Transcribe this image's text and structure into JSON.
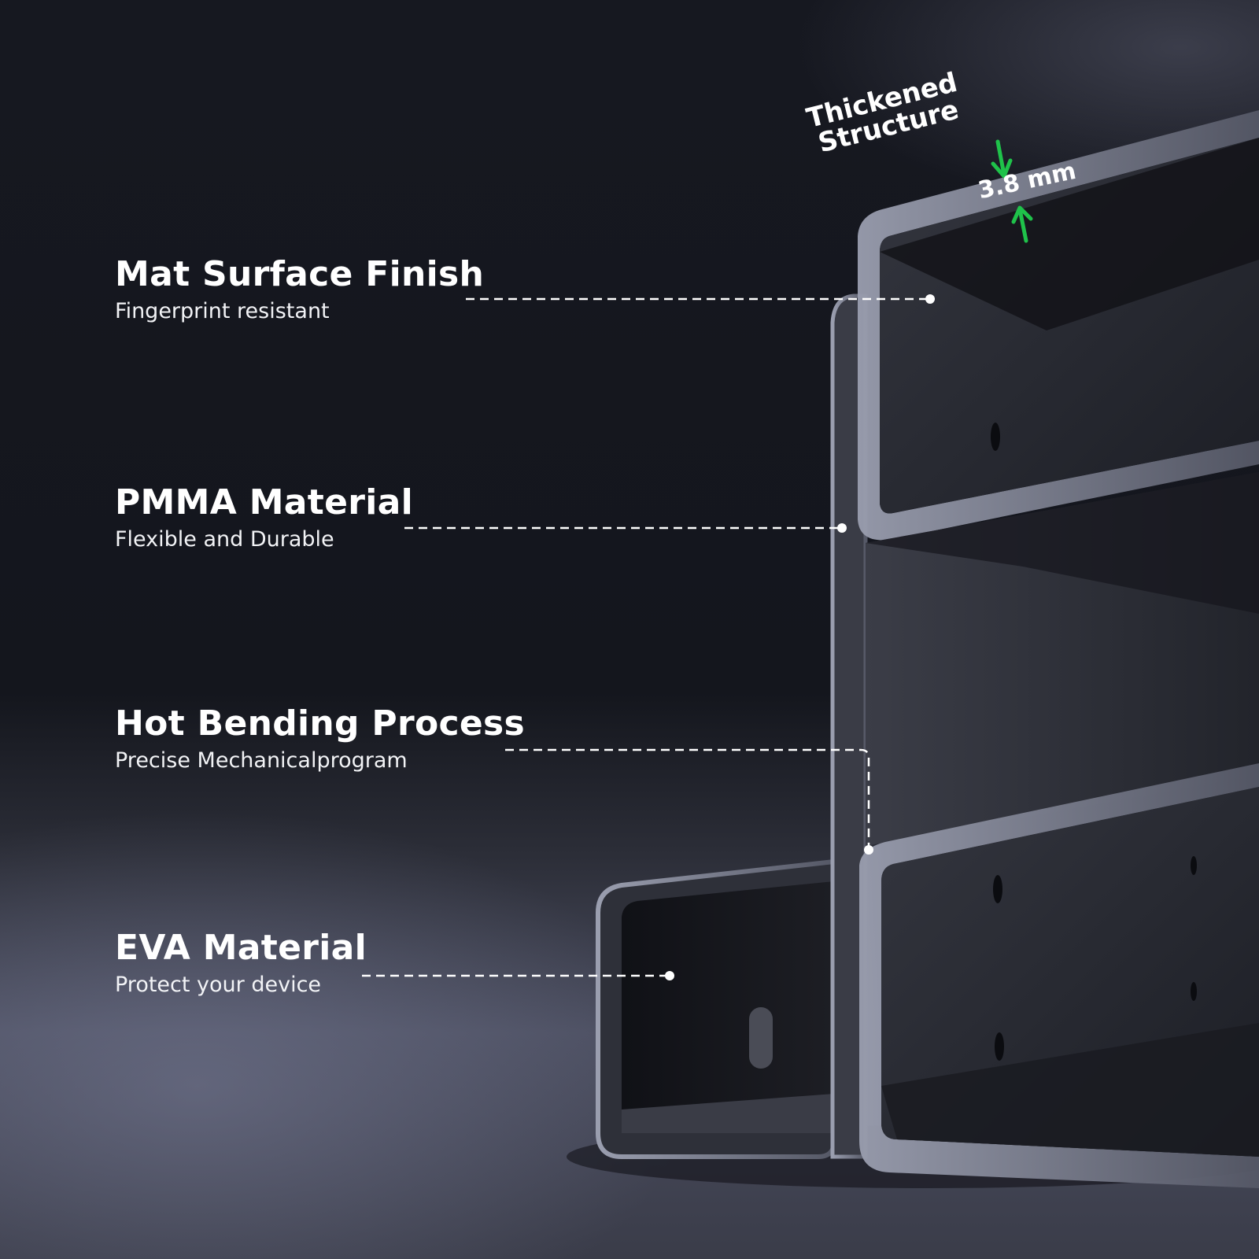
{
  "features": [
    {
      "title": "Mat Surface Finish",
      "subtitle": "Fingerprint resistant"
    },
    {
      "title": "PMMA Material",
      "subtitle": "Flexible and Durable"
    },
    {
      "title": "Hot Bending Process",
      "subtitle": "Precise Mechanicalprogram"
    },
    {
      "title": "EVA Material",
      "subtitle": "Protect your device"
    }
  ],
  "thickness": {
    "label_line1": "Thickened",
    "label_line2": "Structure",
    "value": "3.8 mm",
    "arrow_icon": "double-arrow-pinch-icon"
  },
  "colors": {
    "text": "#ffffff",
    "accent_arrow": "#1fc24a",
    "product_body": "#2a2c34",
    "product_edge": "#7b7f8e"
  }
}
